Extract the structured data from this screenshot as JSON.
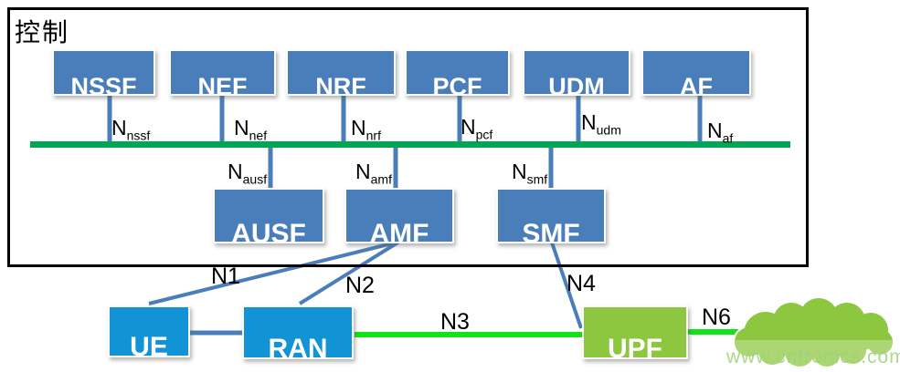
{
  "control_region": {
    "label": "控制"
  },
  "nodes": {
    "nssf": {
      "label": "NSSF"
    },
    "nef": {
      "label": "NEF"
    },
    "nrf": {
      "label": "NRF"
    },
    "pcf": {
      "label": "PCF"
    },
    "udm": {
      "label": "UDM"
    },
    "af": {
      "label": "AF"
    },
    "ausf": {
      "label": "AUSF"
    },
    "amf": {
      "label": "AMF"
    },
    "smf": {
      "label": "SMF"
    },
    "ue": {
      "label": "UE"
    },
    "ran": {
      "label": "RAN"
    },
    "upf": {
      "label": "UPF"
    }
  },
  "interfaces": {
    "nssf": {
      "prefix": "N",
      "sub": "nssf"
    },
    "nef": {
      "prefix": "N",
      "sub": "nef"
    },
    "nrf": {
      "prefix": "N",
      "sub": "nrf"
    },
    "pcf": {
      "prefix": "N",
      "sub": "pcf"
    },
    "udm": {
      "prefix": "N",
      "sub": "udm"
    },
    "af": {
      "prefix": "N",
      "sub": "af"
    },
    "ausf": {
      "prefix": "N",
      "sub": "ausf"
    },
    "amf": {
      "prefix": "N",
      "sub": "amf"
    },
    "smf": {
      "prefix": "N",
      "sub": "smf"
    }
  },
  "links": {
    "n1": "N1",
    "n2": "N2",
    "n3": "N3",
    "n4": "N4",
    "n6": "N6"
  },
  "watermark": {
    "text": "www.cntronics.com"
  },
  "colors": {
    "control_node_fill": "#4a7ebb",
    "access_node_fill": "#1193d6",
    "upf_node_fill": "#8dc63f",
    "cloud_fill": "#8dc63f",
    "service_bus_line": "#00a650",
    "user_plane_line": "#10e316",
    "control_link_line": "#4a7ebb",
    "control_border": "#000000"
  }
}
